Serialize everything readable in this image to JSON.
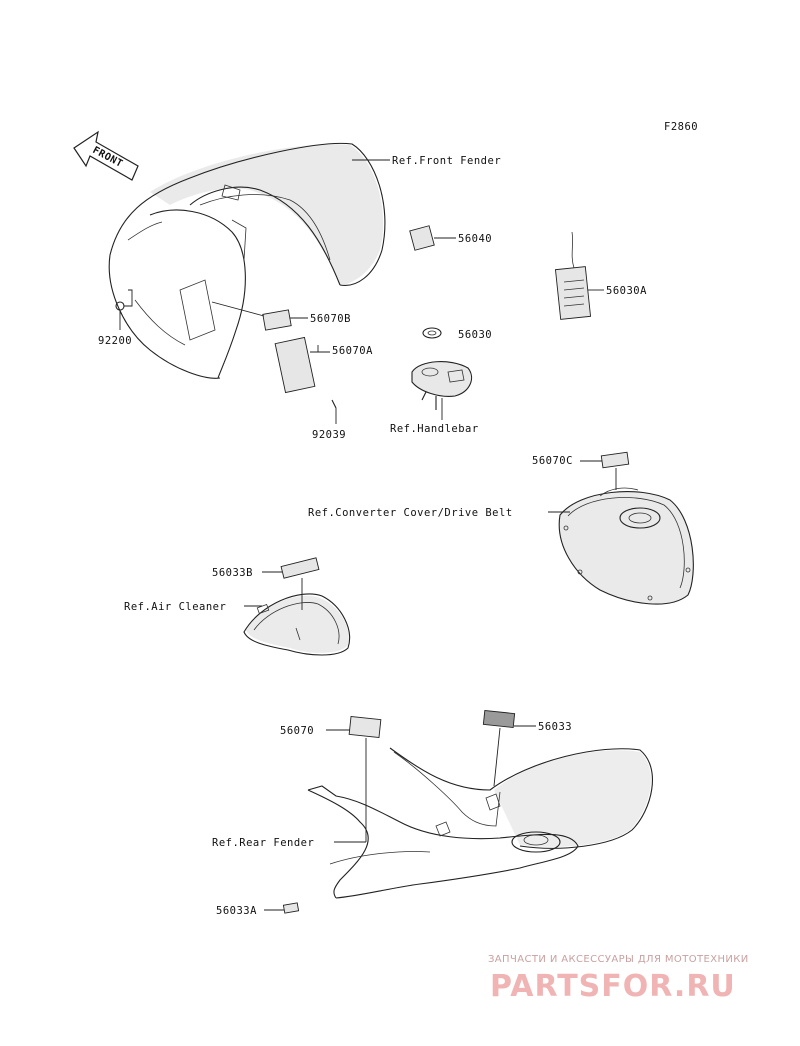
{
  "figure_code": "F2860",
  "front_arrow_text": "FRONT",
  "labels": {
    "ref_front_fender": "Ref.Front Fender",
    "p56040": "56040",
    "p56030a": "56030A",
    "p56070b": "56070B",
    "p92200": "92200",
    "p56070a": "56070A",
    "p56030": "56030",
    "p92039": "92039",
    "ref_handlebar": "Ref.Handlebar",
    "p56070c": "56070C",
    "ref_converter": "Ref.Converter Cover/Drive Belt",
    "p56033b": "56033B",
    "ref_air_cleaner": "Ref.Air Cleaner",
    "p56070": "56070",
    "p56033": "56033",
    "ref_rear_fender": "Ref.Rear Fender",
    "p56033a": "56033A"
  },
  "watermark": {
    "tagline": "ЗАПЧАСТИ И АКСЕССУАРЫ ДЛЯ МОТОТЕХНИКИ",
    "logo": "PARTSFOR.RU",
    "color": "#f0b4b4"
  }
}
